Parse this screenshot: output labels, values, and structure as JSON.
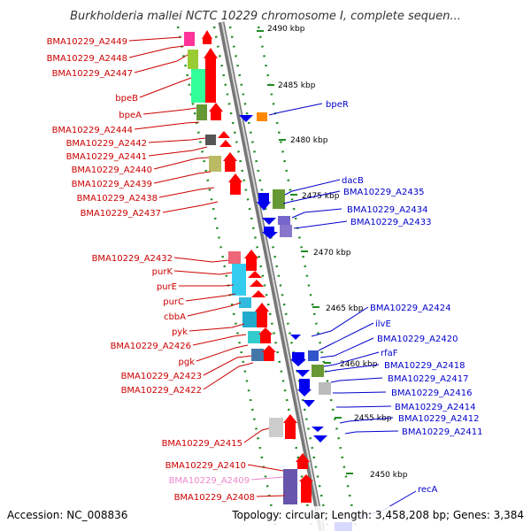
{
  "title": "Burkholderia mallei NCTC 10229 chromosome I, complete sequen...",
  "footer": {
    "accession": "Accession: NC_008836",
    "topology": "Topology: circular; Length: 3,458,208 bp; Genes: 3,384"
  },
  "colors": {
    "forward_label": "#cc0000",
    "reverse_label": "#0000cc",
    "pseudo_label": "#ee88cc",
    "forward_arrow": "#ff0000",
    "reverse_arrow": "#0000ee",
    "backbone": "#8a8a8a",
    "dots": "#228b22"
  },
  "ticks": [
    "2490 kbp",
    "2485 kbp",
    "2480 kbp",
    "2475 kbp",
    "2470 kbp",
    "2465 kbp",
    "2460 kbp",
    "2455 kbp",
    "2450 kbp"
  ],
  "left_labels": [
    {
      "text": "BMA10229_A2449",
      "kind": "forward"
    },
    {
      "text": "BMA10229_A2448",
      "kind": "forward"
    },
    {
      "text": "BMA10229_A2447",
      "kind": "forward"
    },
    {
      "text": "bpeB",
      "kind": "forward"
    },
    {
      "text": "bpeA",
      "kind": "forward"
    },
    {
      "text": "BMA10229_A2444",
      "kind": "forward"
    },
    {
      "text": "BMA10229_A2442",
      "kind": "forward"
    },
    {
      "text": "BMA10229_A2441",
      "kind": "forward"
    },
    {
      "text": "BMA10229_A2440",
      "kind": "forward"
    },
    {
      "text": "BMA10229_A2439",
      "kind": "forward"
    },
    {
      "text": "BMA10229_A2438",
      "kind": "forward"
    },
    {
      "text": "BMA10229_A2437",
      "kind": "forward"
    },
    {
      "text": "BMA10229_A2432",
      "kind": "forward"
    },
    {
      "text": "purK",
      "kind": "forward"
    },
    {
      "text": "purE",
      "kind": "forward"
    },
    {
      "text": "purC",
      "kind": "forward"
    },
    {
      "text": "cbbA",
      "kind": "forward"
    },
    {
      "text": "pyk",
      "kind": "forward"
    },
    {
      "text": "BMA10229_A2426",
      "kind": "forward"
    },
    {
      "text": "pgk",
      "kind": "forward"
    },
    {
      "text": "BMA10229_A2423",
      "kind": "forward"
    },
    {
      "text": "BMA10229_A2422",
      "kind": "forward"
    },
    {
      "text": "BMA10229_A2415",
      "kind": "forward"
    },
    {
      "text": "BMA10229_A2410",
      "kind": "forward"
    },
    {
      "text": "BMA10229_A2409",
      "kind": "pseudo"
    },
    {
      "text": "BMA10229_A2408",
      "kind": "forward"
    }
  ],
  "right_labels": [
    {
      "text": "bpeR",
      "kind": "reverse"
    },
    {
      "text": "dacB",
      "kind": "reverse"
    },
    {
      "text": "BMA10229_A2435",
      "kind": "reverse"
    },
    {
      "text": "BMA10229_A2434",
      "kind": "reverse"
    },
    {
      "text": "BMA10229_A2433",
      "kind": "reverse"
    },
    {
      "text": "BMA10229_A2424",
      "kind": "reverse"
    },
    {
      "text": "ilvE",
      "kind": "reverse"
    },
    {
      "text": "BMA10229_A2420",
      "kind": "reverse"
    },
    {
      "text": "rfaF",
      "kind": "reverse"
    },
    {
      "text": "BMA10229_A2418",
      "kind": "reverse"
    },
    {
      "text": "BMA10229_A2417",
      "kind": "reverse"
    },
    {
      "text": "BMA10229_A2416",
      "kind": "reverse"
    },
    {
      "text": "BMA10229_A2414",
      "kind": "reverse"
    },
    {
      "text": "BMA10229_A2412",
      "kind": "reverse"
    },
    {
      "text": "BMA10229_A2411",
      "kind": "reverse"
    },
    {
      "text": "recA",
      "kind": "reverse"
    }
  ]
}
